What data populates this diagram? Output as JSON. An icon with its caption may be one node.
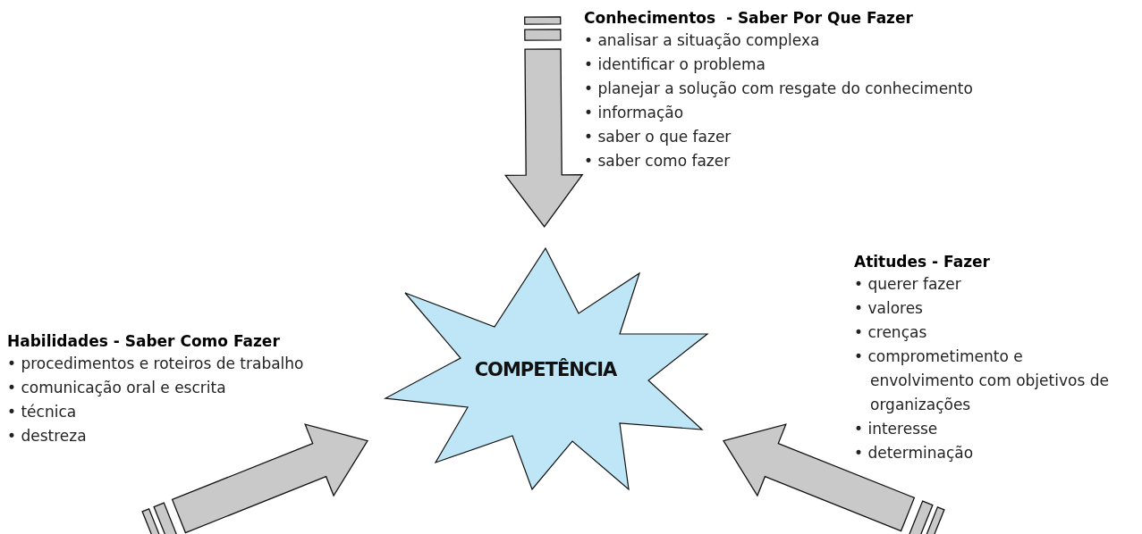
{
  "diagram": {
    "nodes": [
      {
        "text": [
          "Conhecimentos  - Saber Por Que Fazer",
          "• analisar a situação complexa",
          "• identificar o problema",
          "• planejar a solução com resgate do conhecimento",
          "• informação",
          "• saber o que fazer",
          "• saber como fazer"
        ]
      },
      {
        "text": [
          "Habilidades - Saber Como Fazer",
          "• procedimentos e roteiros de trabalho",
          "• comunicação oral e escrita",
          "• técnica",
          "• destreza"
        ]
      },
      {
        "text": [
          "Atitudes - Fazer",
          "• querer fazer",
          "• valores",
          "• crenças",
          "• comprometimento e envolvimento com objetivos de organizações",
          "• interesse",
          "• determinação"
        ]
      },
      {
        "text": [
          "COMPETÊNCIA"
        ]
      }
    ],
    "edges": [
      {
        "from": 0,
        "to": 3,
        "arrow": "to",
        "style": "thick"
      },
      {
        "from": 1,
        "to": 3,
        "arrow": "to",
        "style": "thick"
      },
      {
        "from": 2,
        "to": 3,
        "arrow": "to",
        "style": "thick"
      }
    ]
  }
}
